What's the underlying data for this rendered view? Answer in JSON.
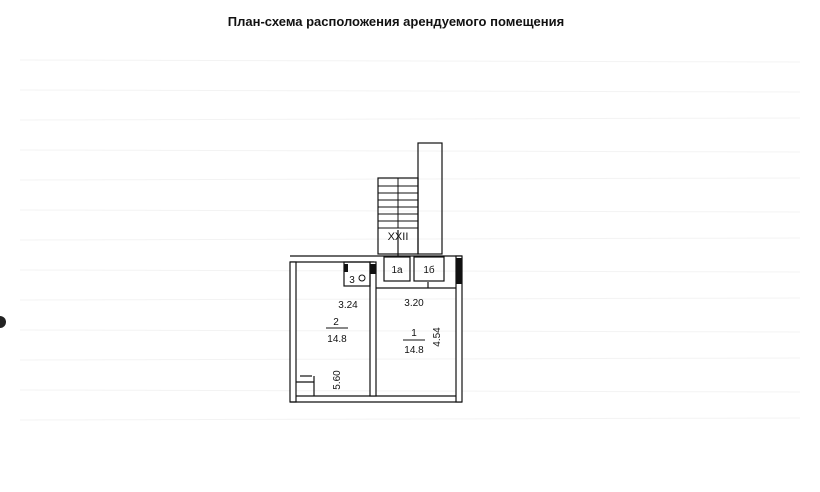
{
  "title": "План-схема расположения арендуемого помещения",
  "plan": {
    "staircase_label": "XXII",
    "rooms": [
      {
        "id": "1",
        "area": "14.8",
        "width": "3.20",
        "length": "4.54"
      },
      {
        "id": "2",
        "area": "14.8",
        "width": "3.24",
        "length": "5.60"
      },
      {
        "id": "1а"
      },
      {
        "id": "1б"
      },
      {
        "id": "3"
      }
    ],
    "colors": {
      "line": "#111111",
      "background": "#ffffff"
    }
  }
}
